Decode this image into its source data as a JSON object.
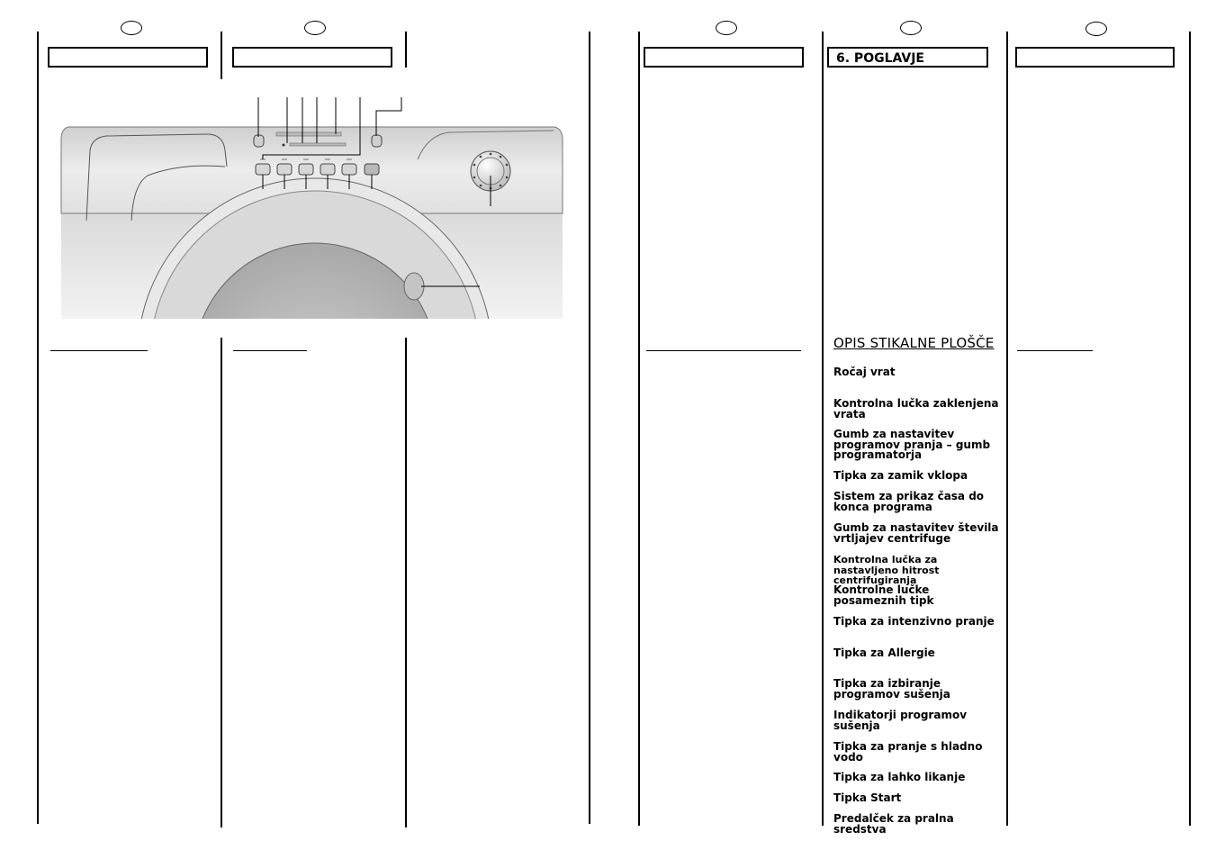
{
  "chapter_title": "6. POGLAVJE",
  "section_heading": "OPIS STIKALNE PLOŠČE",
  "items": [
    "Ročaj vrat",
    "Kontrolna lučka zaklenjena vrata",
    "Gumb za nastavitev programov pranja – gumb programatorja",
    "Tipka za zamik vklopa",
    "Sistem za prikaz časa do konca programa",
    "Gumb za nastavitev števila vrtljajev centrifuge",
    "Kontrolna lučka za nastavljeno hitrost centrifugiranja",
    "Kontrolne lučke posameznih tipk",
    "Tipka za intenzivno pranje",
    "Tipka za Allergie",
    "Tipka za izbiranje programov sušenja",
    "Indikatorji programov sušenja",
    "Tipka za pranje s hladno vodo",
    "Tipka za lahko likanje",
    "Tipka Start",
    "Predalček za pralna sredstva"
  ]
}
